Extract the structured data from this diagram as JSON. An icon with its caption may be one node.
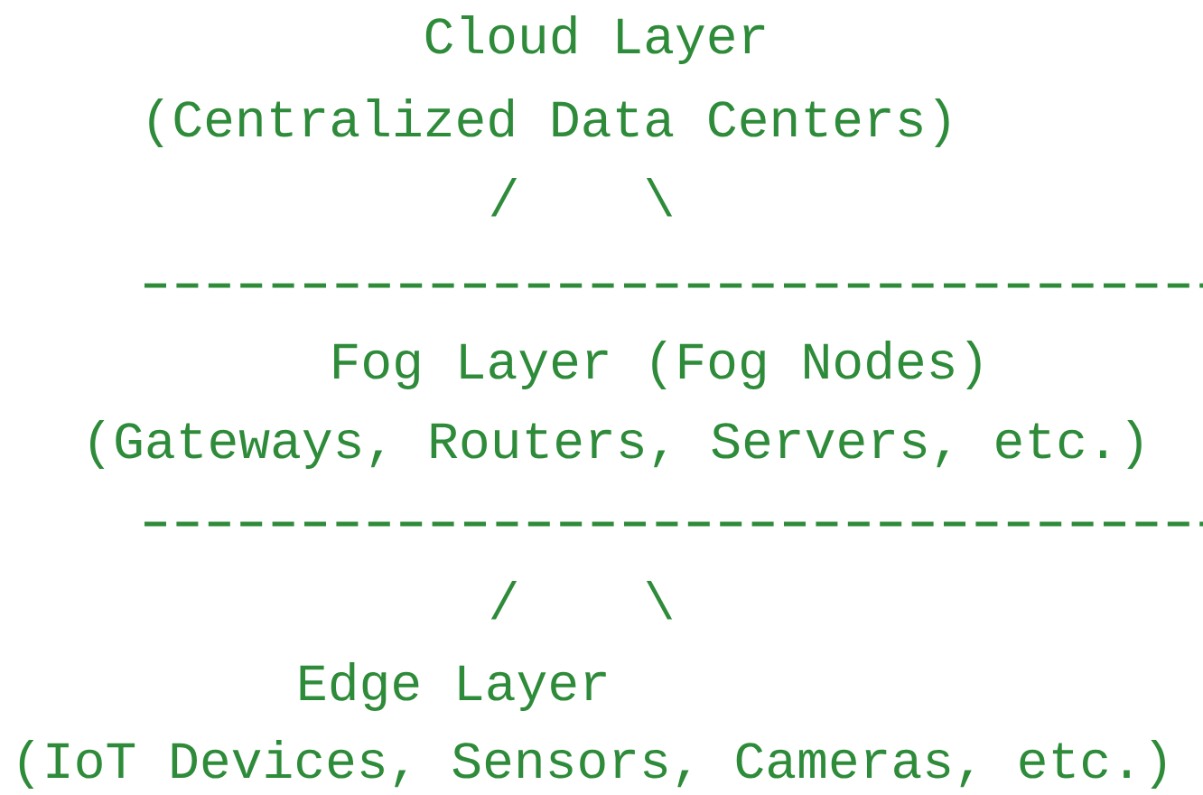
{
  "diagram": {
    "nodes": [
      {
        "text": [
          "Cloud Layer",
          "(Centralized Data Centers)"
        ]
      },
      {
        "text": [
          "Fog Layer (Fog Nodes)",
          "(Gateways, Routers, Servers, etc.)"
        ]
      },
      {
        "text": [
          "Edge Layer",
          "(IoT Devices, Sensors, Cameras, etc.)"
        ]
      }
    ],
    "labels": [
      "/",
      "\\",
      "/",
      "\\"
    ]
  }
}
